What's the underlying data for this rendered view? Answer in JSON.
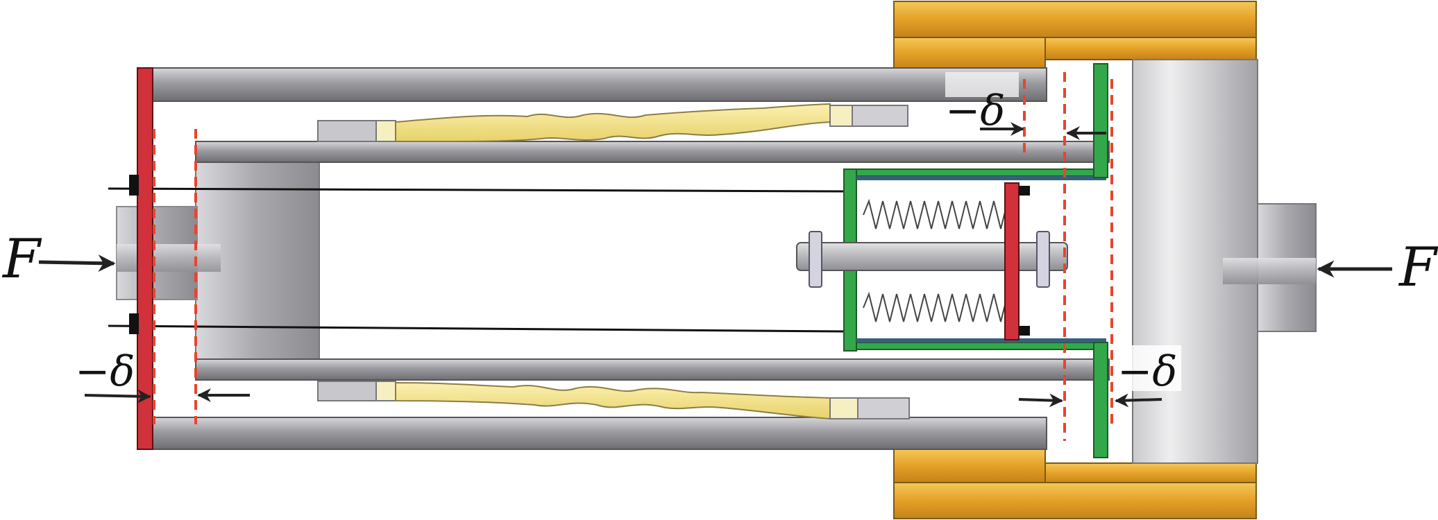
{
  "labels": {
    "force_left": "F",
    "force_right": "F",
    "delta_top_right": "−δ",
    "delta_bottom_left": "−δ",
    "delta_bottom_right": "−δ"
  },
  "colors": {
    "steel": "#9a9a9f",
    "gold": "#e9a72a",
    "red_plate": "#d1313a",
    "green_plate": "#33a84a",
    "spring_fiber": "#f1df84",
    "dashed_line": "#e8452c",
    "arrow": "#222222"
  }
}
